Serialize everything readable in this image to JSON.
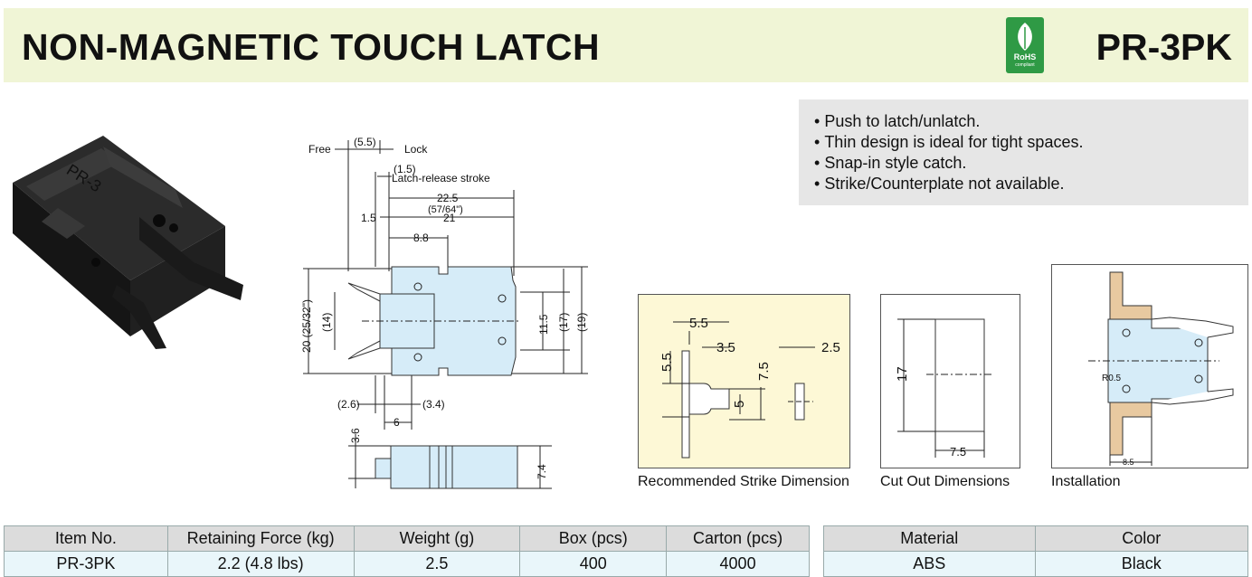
{
  "header": {
    "title": "NON-MAGNETIC TOUCH LATCH",
    "code": "PR-3PK",
    "rohs_label": "RoHS",
    "rohs_sub": "compliant"
  },
  "features": [
    "Push to latch/unlatch.",
    "Thin design is ideal for tight spaces.",
    "Snap-in style catch.",
    "Strike/Counterplate not available."
  ],
  "product_marking": "PR-3",
  "main_drawing": {
    "free": "Free",
    "lock": "Lock",
    "d_5_5": "(5.5)",
    "d_1_5p": "(1.5)",
    "latch_release": "Latch-release stroke",
    "d_22_5": "22.5",
    "d_57_64": "(57/64\")",
    "d_21": "21",
    "d_1_5": "1.5",
    "d_8_8": "8.8",
    "d_20": "20 (25/32\")",
    "d_14": "(14)",
    "d_11_5": "11.5",
    "d_17": "(17)",
    "d_19": "(19)",
    "d_2_6": "(2.6)",
    "d_3_4": "(3.4)",
    "d_6": "6",
    "d_3_6": "3.6",
    "d_7_4": "7.4"
  },
  "strike": {
    "caption": "Recommended Strike Dimension",
    "d_5_5a": "5.5",
    "d_5_5b": "5.5",
    "d_3_5": "3.5",
    "d_7_5": "7.5",
    "d_5": "5",
    "d_2_5": "2.5"
  },
  "cutout": {
    "caption": "Cut Out Dimensions",
    "d_17": "17",
    "d_7_5": "7.5"
  },
  "installation": {
    "caption": "Installation",
    "r": "R0.5",
    "d_8_5": "8.5"
  },
  "spec_table": {
    "headers": [
      "Item No.",
      "Retaining Force (kg)",
      "Weight (g)",
      "Box (pcs)",
      "Carton (pcs)"
    ],
    "row": [
      "PR-3PK",
      "2.2 (4.8 lbs)",
      "2.5",
      "400",
      "4000"
    ]
  },
  "material_table": {
    "headers": [
      "Material",
      "Color"
    ],
    "row": [
      "ABS",
      "Black"
    ]
  },
  "colors": {
    "header_bg": "#f0f5d6",
    "rohs_green": "#2f9a45",
    "part_blue": "#d6ecf8",
    "strike_bg": "#fdf8d6",
    "wood": "#e8c9a0"
  }
}
